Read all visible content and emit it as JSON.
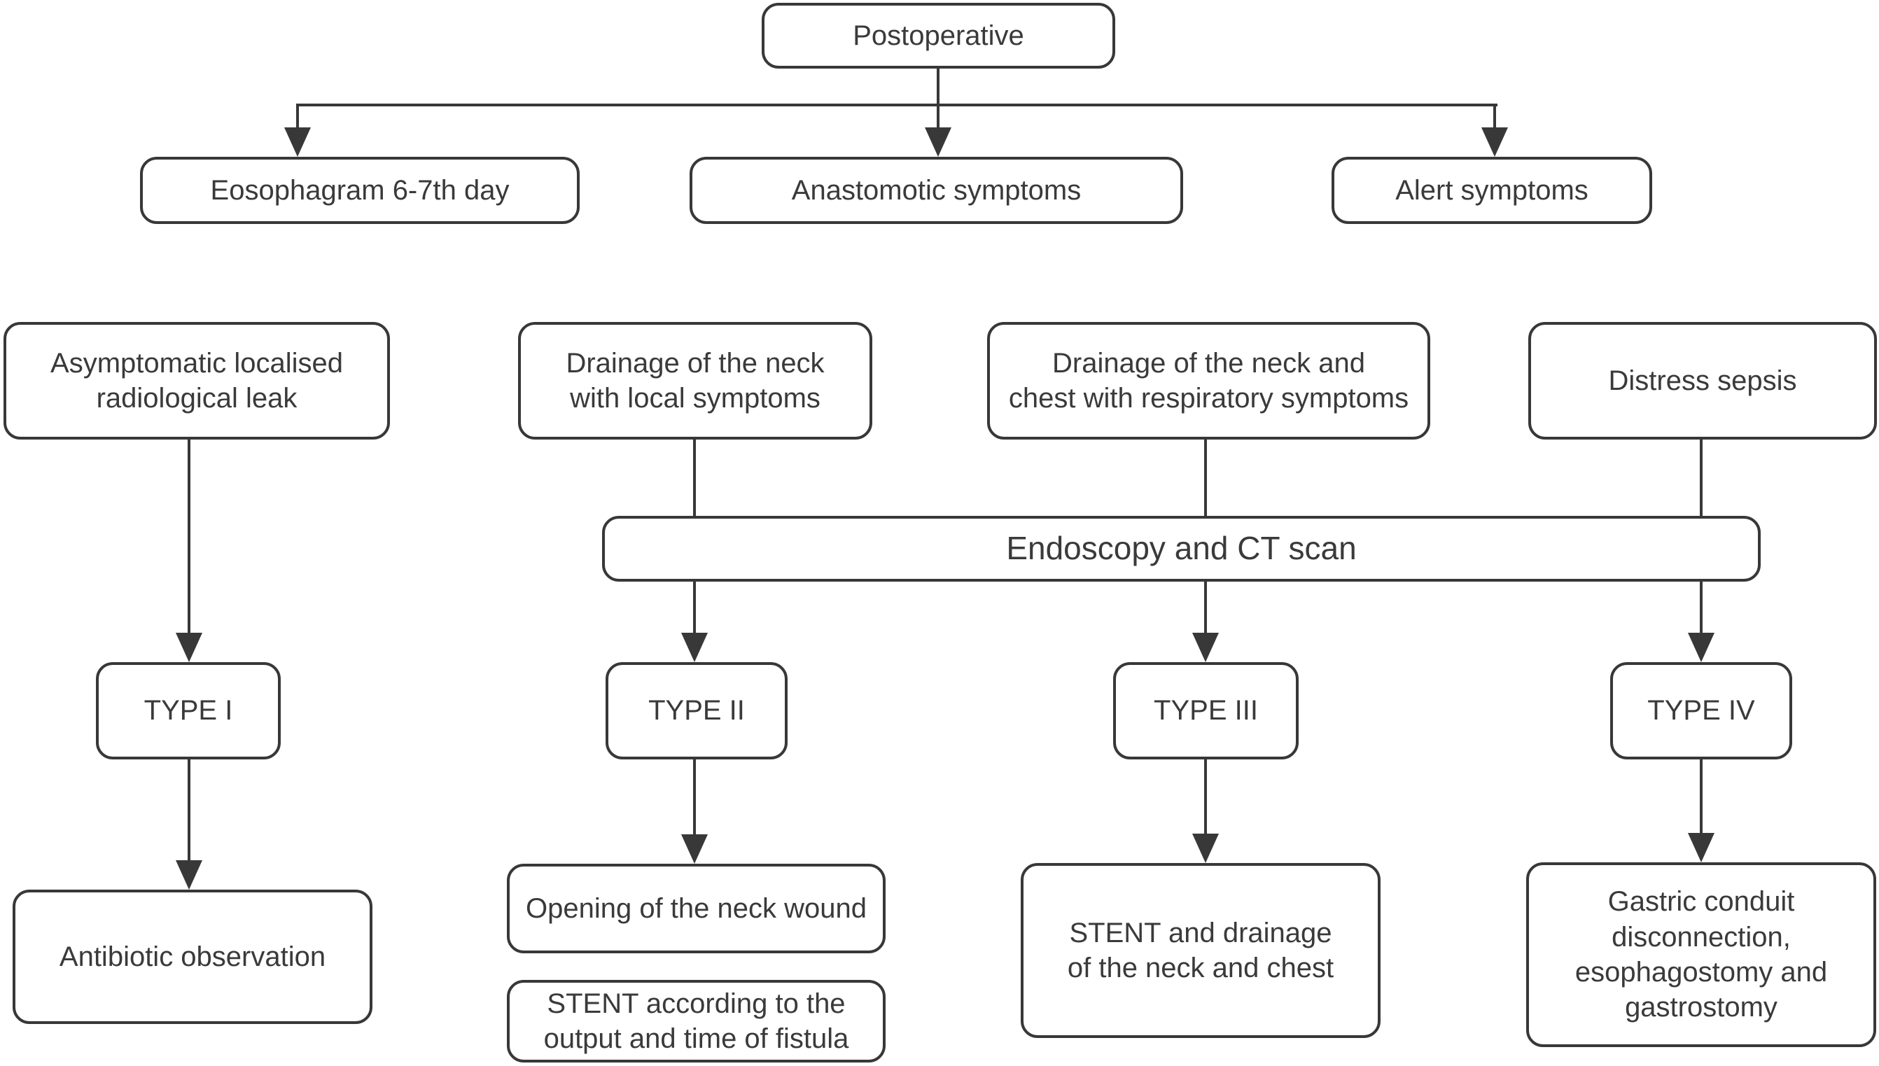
{
  "diagram_title": "Postoperative anastomotic leak management flowchart",
  "colors": {
    "line": "#383838",
    "text": "#3a3a3a",
    "background": "#ffffff",
    "box_fill": "#ffffff"
  },
  "nodes": {
    "postoperative": {
      "label": "Postoperative"
    },
    "eosophagram": {
      "label": "Eosophagram 6-7th day"
    },
    "anastomotic": {
      "label": "Anastomotic symptoms"
    },
    "alert": {
      "label": "Alert symptoms"
    },
    "asymptomatic_leak": {
      "label": "Asymptomatic localised\nradiological leak"
    },
    "drainage_neck": {
      "label": "Drainage of the neck\nwith local symptoms"
    },
    "drainage_neck_chest": {
      "label": "Drainage of the neck and\nchest with respiratory symptoms"
    },
    "distress_sepsis": {
      "label": "Distress sepsis"
    },
    "endoscopy_ct": {
      "label": "Endoscopy and CT scan"
    },
    "type1": {
      "label": "TYPE I"
    },
    "type2": {
      "label": "TYPE II"
    },
    "type3": {
      "label": "TYPE III"
    },
    "type4": {
      "label": "TYPE IV"
    },
    "antibiotic": {
      "label": "Antibiotic observation"
    },
    "opening_neck": {
      "label": "Opening of the neck wound"
    },
    "stent_fistula": {
      "label": "STENT according to the\noutput and time of fistula"
    },
    "stent_drainage": {
      "label": "STENT and drainage\nof the neck and chest"
    },
    "gastric": {
      "label": "Gastric conduit\ndisconnection,\nesophagostomy and\ngastrostomy"
    }
  },
  "edges": [
    {
      "from": "postoperative",
      "to": "eosophagram",
      "arrow": true
    },
    {
      "from": "postoperative",
      "to": "anastomotic",
      "arrow": true
    },
    {
      "from": "postoperative",
      "to": "alert",
      "arrow": true
    },
    {
      "from": "asymptomatic_leak",
      "to": "type1",
      "arrow": true
    },
    {
      "from": "drainage_neck",
      "to": "endoscopy_ct",
      "arrow": false
    },
    {
      "from": "drainage_neck_chest",
      "to": "endoscopy_ct",
      "arrow": false
    },
    {
      "from": "distress_sepsis",
      "to": "endoscopy_ct",
      "arrow": false
    },
    {
      "from": "endoscopy_ct",
      "to": "type2",
      "arrow": true
    },
    {
      "from": "endoscopy_ct",
      "to": "type3",
      "arrow": true
    },
    {
      "from": "endoscopy_ct",
      "to": "type4",
      "arrow": true
    },
    {
      "from": "type1",
      "to": "antibiotic",
      "arrow": true
    },
    {
      "from": "type2",
      "to": "opening_neck",
      "arrow": true
    },
    {
      "from": "type3",
      "to": "stent_drainage",
      "arrow": true
    },
    {
      "from": "type4",
      "to": "gastric",
      "arrow": true
    }
  ]
}
